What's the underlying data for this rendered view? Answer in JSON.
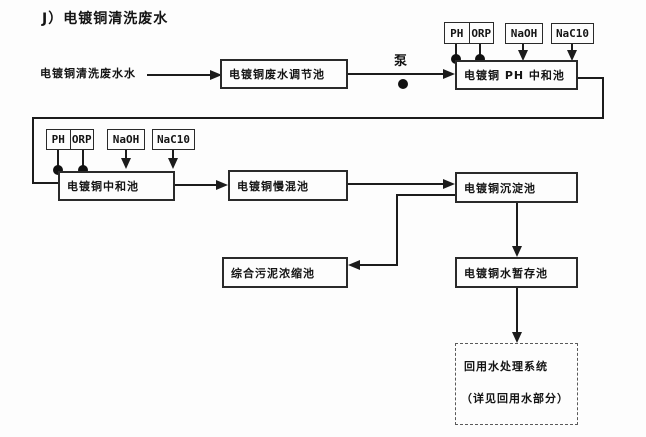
{
  "title": "J）电镀铜清洗废水",
  "chemicals": {
    "ph": "PH",
    "orp": "ORP",
    "naoh": "NaOH",
    "naclo": "NaC10"
  },
  "labels": {
    "influent": "电镀铜清洗废水水",
    "pump": "泵"
  },
  "tanks": {
    "adjust": "电镀铜废水调节池",
    "ph_neutral": "电镀铜 PH 中和池",
    "neutral": "电镀铜中和池",
    "slow_mix": "电镀铜慢混池",
    "sediment": "电镀铜沉淀池",
    "sludge": "综合污泥浓缩池",
    "storage": "电镀铜水暂存池",
    "reuse_line1": "回用水处理系统",
    "reuse_line2": "（详见回用水部分）"
  },
  "colors": {
    "line": "#1c1c1c",
    "background": "#fdfdfd"
  }
}
